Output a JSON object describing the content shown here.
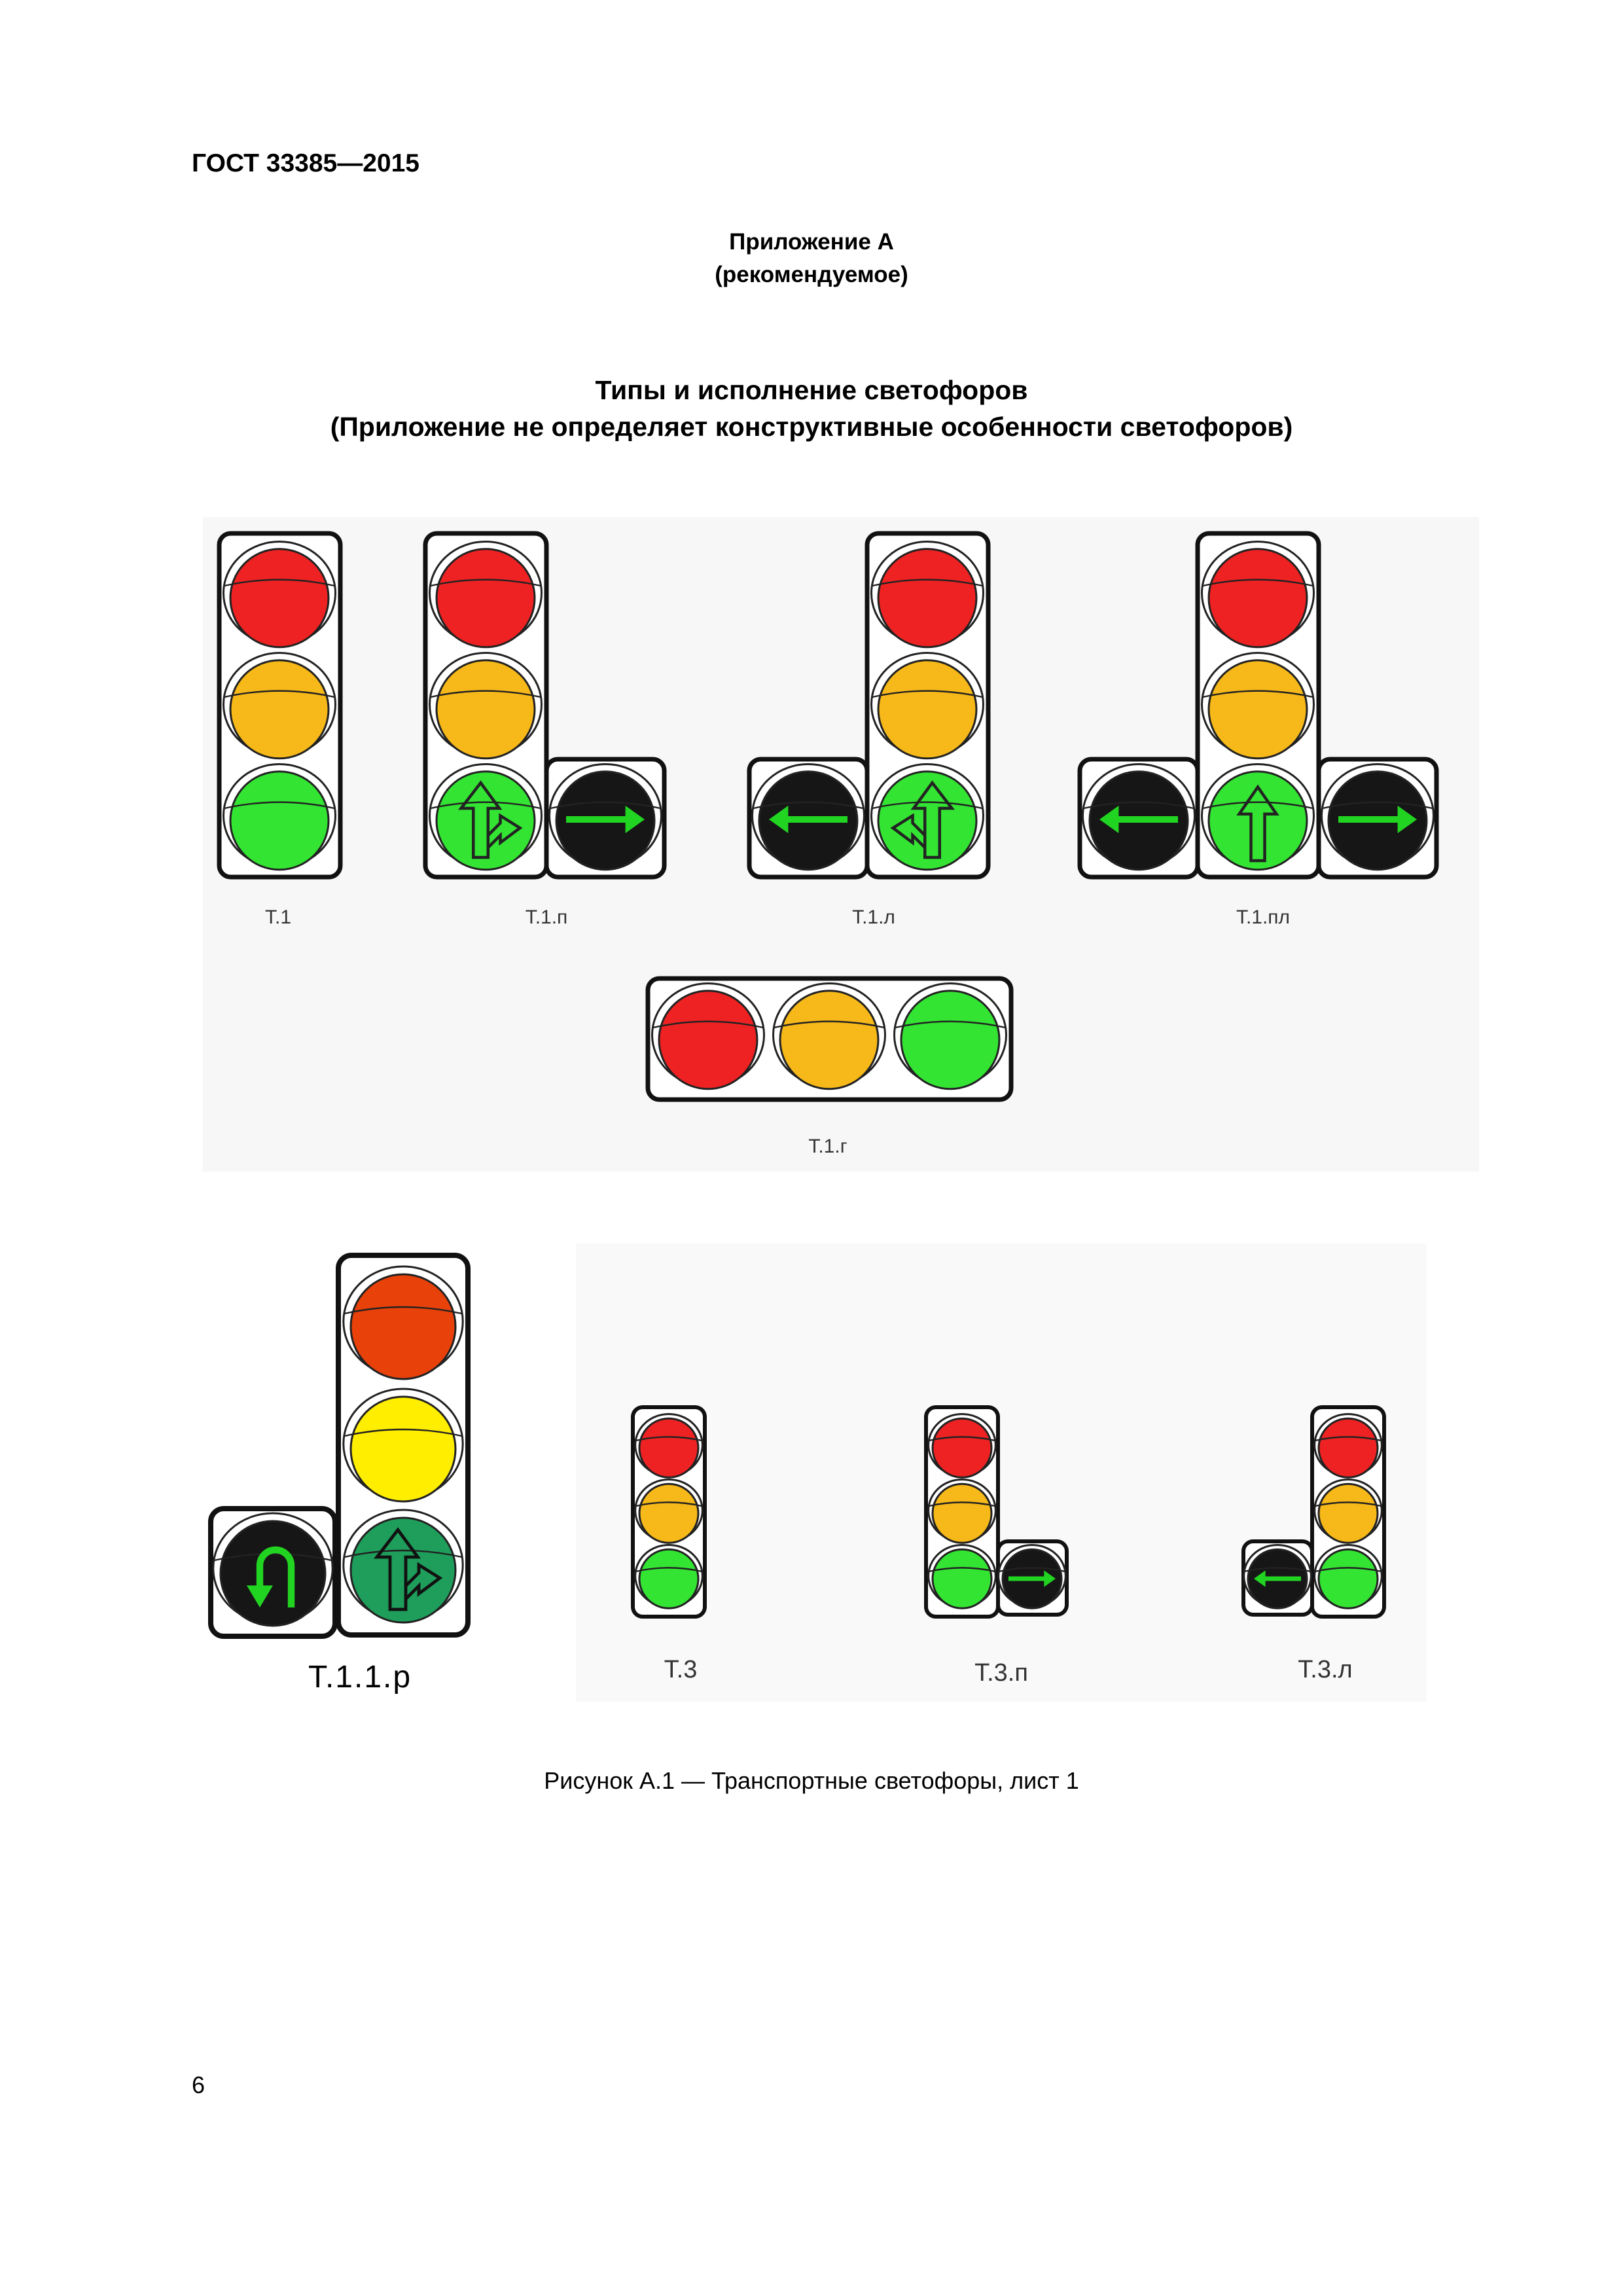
{
  "header": {
    "standard": "ГОСТ 33385—2015"
  },
  "appendix": {
    "title": "Приложение А",
    "status": "(рекомендуемое)"
  },
  "heading": {
    "line1": "Типы и исполнение светофоров",
    "line2": "(Приложение не определяет конструктивные особенности светофоров)"
  },
  "labels": {
    "t1": "Т.1",
    "t1p": "Т.1.п",
    "t1l": "Т.1.л",
    "t1pl": "Т.1.пл",
    "t1g": "Т.1.г",
    "t11r": "Т.1.1.р",
    "t3": "Т.3",
    "t3p": "Т.3.п",
    "t3l": "Т.3.л"
  },
  "caption": "Рисунок А.1 — Транспортные светофоры, лист 1",
  "page_number": "6",
  "colors": {
    "red": "#ee2222",
    "yellow": "#f7b919",
    "green": "#33e433",
    "red_alt": "#e8410a",
    "yellow_alt": "#ffee00",
    "green_alt": "#1e9e5a",
    "arrow_green": "#22d422",
    "black_lens": "#161616"
  }
}
